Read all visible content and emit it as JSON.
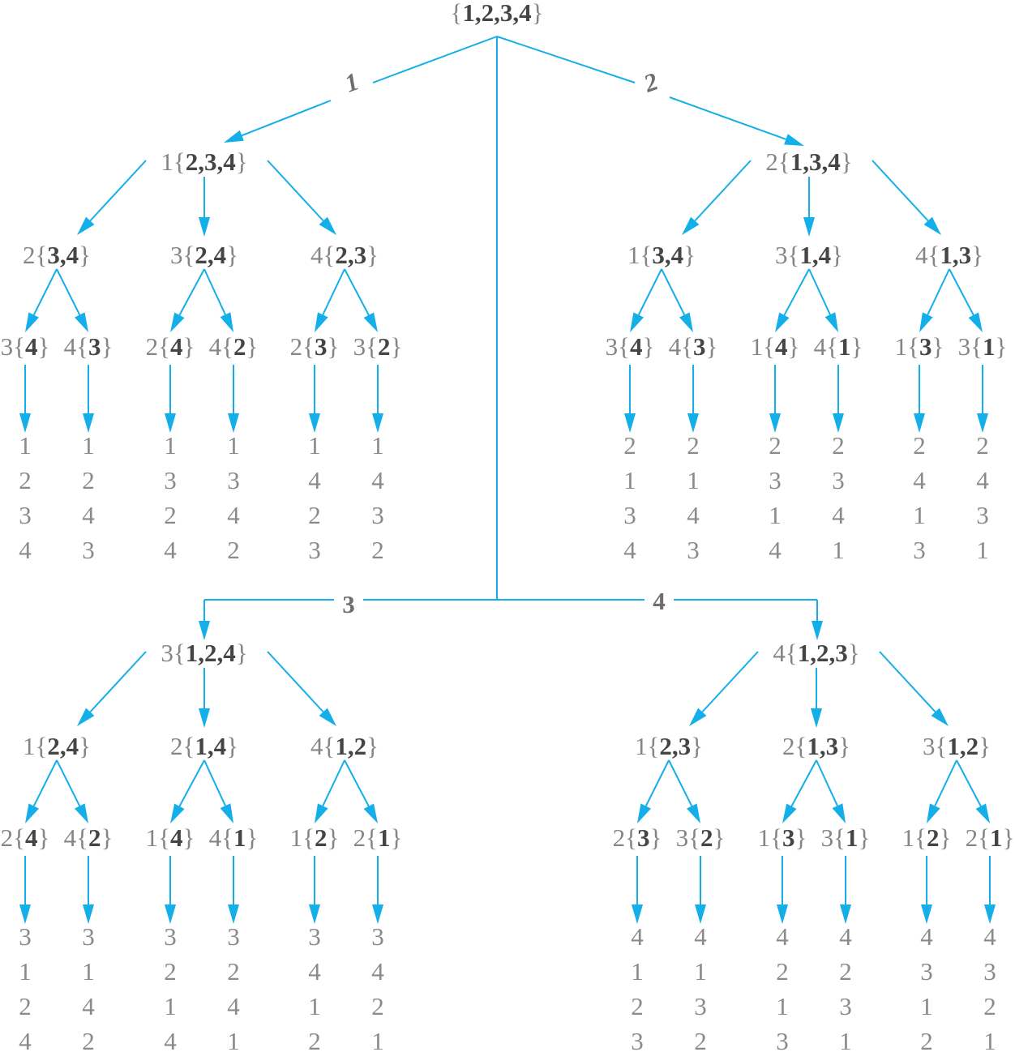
{
  "root": {
    "set": "1,2,3,4"
  },
  "colors": {
    "line": "#14aee8",
    "prefix": "#858585",
    "set": "#454545"
  },
  "branches": [
    {
      "label": "1",
      "node": {
        "prefix": "1",
        "set": "2,3,4"
      },
      "children": [
        {
          "prefix": "2",
          "set": "3,4",
          "children": [
            {
              "prefix": "3",
              "set": "4",
              "leaf": [
                "1",
                "2",
                "3",
                "4"
              ]
            },
            {
              "prefix": "4",
              "set": "3",
              "leaf": [
                "1",
                "2",
                "4",
                "3"
              ]
            }
          ]
        },
        {
          "prefix": "3",
          "set": "2,4",
          "children": [
            {
              "prefix": "2",
              "set": "4",
              "leaf": [
                "1",
                "3",
                "2",
                "4"
              ]
            },
            {
              "prefix": "4",
              "set": "2",
              "leaf": [
                "1",
                "3",
                "4",
                "2"
              ]
            }
          ]
        },
        {
          "prefix": "4",
          "set": "2,3",
          "children": [
            {
              "prefix": "2",
              "set": "3",
              "leaf": [
                "1",
                "4",
                "2",
                "3"
              ]
            },
            {
              "prefix": "3",
              "set": "2",
              "leaf": [
                "1",
                "4",
                "3",
                "2"
              ]
            }
          ]
        }
      ]
    },
    {
      "label": "2",
      "node": {
        "prefix": "2",
        "set": "1,3,4"
      },
      "children": [
        {
          "prefix": "1",
          "set": "3,4",
          "children": [
            {
              "prefix": "3",
              "set": "4",
              "leaf": [
                "2",
                "1",
                "3",
                "4"
              ]
            },
            {
              "prefix": "4",
              "set": "3",
              "leaf": [
                "2",
                "1",
                "4",
                "3"
              ]
            }
          ]
        },
        {
          "prefix": "3",
          "set": "1,4",
          "children": [
            {
              "prefix": "1",
              "set": "4",
              "leaf": [
                "2",
                "3",
                "1",
                "4"
              ]
            },
            {
              "prefix": "4",
              "set": "1",
              "leaf": [
                "2",
                "3",
                "4",
                "1"
              ]
            }
          ]
        },
        {
          "prefix": "4",
          "set": "1,3",
          "children": [
            {
              "prefix": "1",
              "set": "3",
              "leaf": [
                "2",
                "4",
                "1",
                "3"
              ]
            },
            {
              "prefix": "3",
              "set": "1",
              "leaf": [
                "2",
                "4",
                "3",
                "1"
              ]
            }
          ]
        }
      ]
    },
    {
      "label": "3",
      "node": {
        "prefix": "3",
        "set": "1,2,4"
      },
      "children": [
        {
          "prefix": "1",
          "set": "2,4",
          "children": [
            {
              "prefix": "2",
              "set": "4",
              "leaf": [
                "3",
                "1",
                "2",
                "4"
              ]
            },
            {
              "prefix": "4",
              "set": "2",
              "leaf": [
                "3",
                "1",
                "4",
                "2"
              ]
            }
          ]
        },
        {
          "prefix": "2",
          "set": "1,4",
          "children": [
            {
              "prefix": "1",
              "set": "4",
              "leaf": [
                "3",
                "2",
                "1",
                "4"
              ]
            },
            {
              "prefix": "4",
              "set": "1",
              "leaf": [
                "3",
                "2",
                "4",
                "1"
              ]
            }
          ]
        },
        {
          "prefix": "4",
          "set": "1,2",
          "children": [
            {
              "prefix": "1",
              "set": "2",
              "leaf": [
                "3",
                "4",
                "1",
                "2"
              ]
            },
            {
              "prefix": "2",
              "set": "1",
              "leaf": [
                "3",
                "4",
                "2",
                "1"
              ]
            }
          ]
        }
      ]
    },
    {
      "label": "4",
      "node": {
        "prefix": "4",
        "set": "1,2,3"
      },
      "children": [
        {
          "prefix": "1",
          "set": "2,3",
          "children": [
            {
              "prefix": "2",
              "set": "3",
              "leaf": [
                "4",
                "1",
                "2",
                "3"
              ]
            },
            {
              "prefix": "3",
              "set": "2",
              "leaf": [
                "4",
                "1",
                "3",
                "2"
              ]
            }
          ]
        },
        {
          "prefix": "2",
          "set": "1,3",
          "children": [
            {
              "prefix": "1",
              "set": "3",
              "leaf": [
                "4",
                "2",
                "1",
                "3"
              ]
            },
            {
              "prefix": "3",
              "set": "1",
              "leaf": [
                "4",
                "2",
                "3",
                "1"
              ]
            }
          ]
        },
        {
          "prefix": "3",
          "set": "1,2",
          "children": [
            {
              "prefix": "1",
              "set": "2",
              "leaf": [
                "4",
                "3",
                "1",
                "2"
              ]
            },
            {
              "prefix": "2",
              "set": "1",
              "leaf": [
                "4",
                "3",
                "2",
                "1"
              ]
            }
          ]
        }
      ]
    }
  ]
}
